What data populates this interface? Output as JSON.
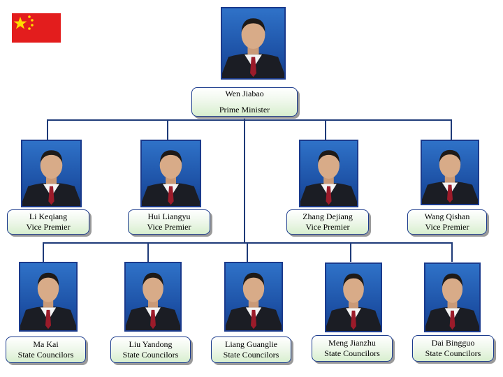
{
  "colors": {
    "line": "#1e3a78",
    "photo_border": "#1a3a8c",
    "label_fill": "#e6f4e0",
    "flag_red": "#e31d1d",
    "flag_star": "#ffde00"
  },
  "top": {
    "name": "Wen Jiabao",
    "title": "Prime Minister"
  },
  "vice_premiers": [
    {
      "name": "Li Keqiang",
      "title": "Vice Premier"
    },
    {
      "name": "Hui Liangyu",
      "title": "Vice Premier"
    },
    {
      "name": "Zhang Dejiang",
      "title": "Vice Premier"
    },
    {
      "name": "Wang Qishan",
      "title": "Vice Premier"
    }
  ],
  "state_councilors": [
    {
      "name": "Ma Kai",
      "title": "State Councilors"
    },
    {
      "name": "Liu Yandong",
      "title": "State Councilors"
    },
    {
      "name": "Liang Guanglie",
      "title": "State Councilors"
    },
    {
      "name": "Meng Jianzhu",
      "title": "State Councilors"
    },
    {
      "name": "Dai Bingguo",
      "title": "State Councilors"
    }
  ]
}
